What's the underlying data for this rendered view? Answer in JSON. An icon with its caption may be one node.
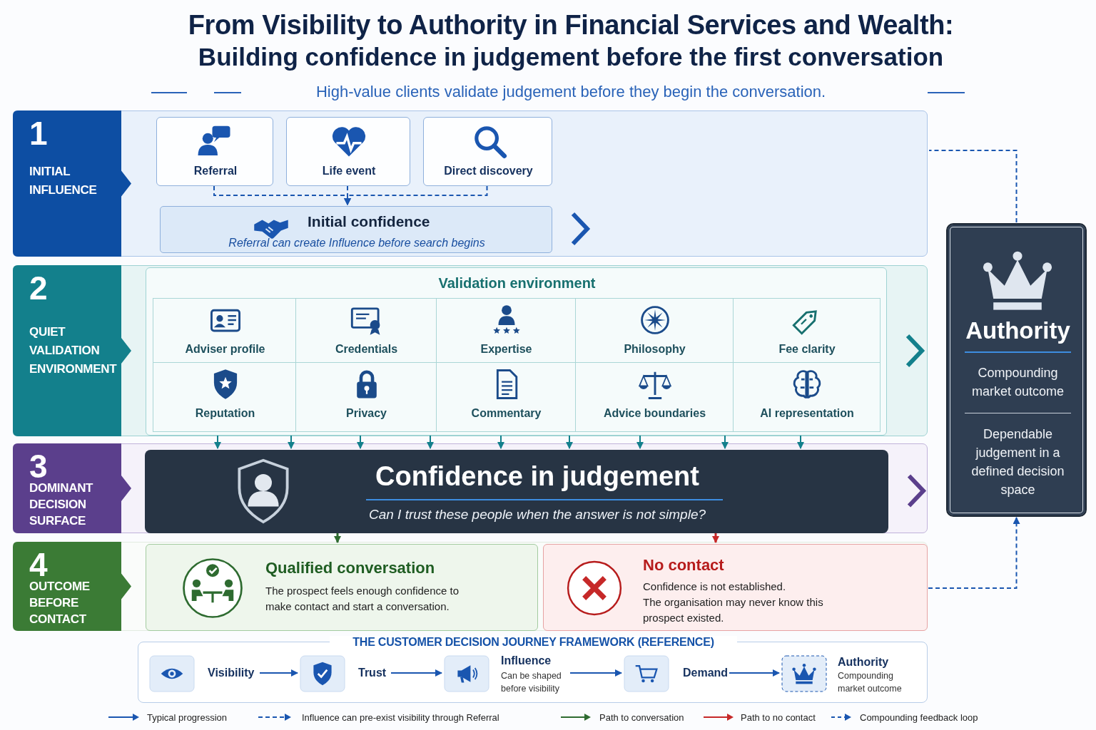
{
  "diagram": {
    "title": "From Visibility to Authority in Financial Services and Wealth:",
    "nodes": [
      {
        "text": [
          "1",
          "INITIAL INFLUENCE"
        ]
      },
      {
        "text": [
          "Referral"
        ],
        "in": 0
      },
      {
        "text": [
          "Life event"
        ],
        "in": 0
      },
      {
        "text": [
          "Direct discovery"
        ],
        "in": 0
      },
      {
        "text": [
          "Initial confidence",
          "Referral can create Influence before search begins"
        ],
        "in": 0
      },
      {
        "text": [
          "2",
          "QUIET VALIDATION ENVIRONMENT"
        ]
      },
      {
        "text": [
          "Validation environment"
        ],
        "in": 5
      },
      {
        "text": [
          "Adviser profile"
        ],
        "in": 6
      },
      {
        "text": [
          "Credentials"
        ],
        "in": 6
      },
      {
        "text": [
          "Expertise"
        ],
        "in": 6
      },
      {
        "text": [
          "Philosophy"
        ],
        "in": 6
      },
      {
        "text": [
          "Fee clarity"
        ],
        "in": 6
      },
      {
        "text": [
          "Reputation"
        ],
        "in": 6
      },
      {
        "text": [
          "Privacy"
        ],
        "in": 6
      },
      {
        "text": [
          "Commentary"
        ],
        "in": 6
      },
      {
        "text": [
          "Advice boundaries"
        ],
        "in": 6
      },
      {
        "text": [
          "AI representation"
        ],
        "in": 6
      },
      {
        "text": [
          "3",
          "DOMINANT DECISION SURFACE"
        ]
      },
      {
        "text": [
          "Confidence in judgement",
          "Can I trust these people when the answer is not simple?"
        ],
        "in": 17
      },
      {
        "text": [
          "4",
          "OUTCOME BEFORE CONTACT"
        ]
      },
      {
        "text": [
          "Qualified conversation",
          "The prospect feels enough confidence to make contact and start a conversation."
        ],
        "in": 19
      },
      {
        "text": [
          "No contact",
          "Confidence is not established.",
          "The organisation may never know this prospect existed."
        ],
        "in": 19
      },
      {
        "text": [
          "Authority",
          "Compounding market outcome",
          "Dependable judgement in a defined decision space"
        ]
      },
      {
        "text": [
          "THE CUSTOMER DECISION JOURNEY FRAMEWORK (REFERENCE)"
        ]
      },
      {
        "text": [
          "Visibility"
        ],
        "in": 23
      },
      {
        "text": [
          "Trust"
        ],
        "in": 23
      },
      {
        "text": [
          "Influence",
          "Can be shaped before visibility"
        ],
        "in": 23
      },
      {
        "text": [
          "Demand"
        ],
        "in": 23
      },
      {
        "text": [
          "Authority",
          "Compounding market outcome"
        ],
        "in": 23
      }
    ],
    "edges": [
      {
        "from": 1,
        "to": 4,
        "arrow": "to",
        "style": "dashed"
      },
      {
        "from": 2,
        "to": 4,
        "arrow": "to",
        "style": "dashed"
      },
      {
        "from": 3,
        "to": 4,
        "arrow": "to",
        "style": "dashed"
      },
      {
        "from": 6,
        "to": 18,
        "arrow": "to",
        "color": "#13808c"
      },
      {
        "from": 6,
        "to": 18,
        "arrow": "to",
        "color": "#13808c"
      },
      {
        "from": 6,
        "to": 18,
        "arrow": "to",
        "color": "#13808c"
      },
      {
        "from": 6,
        "to": 18,
        "arrow": "to",
        "color": "#13808c"
      },
      {
        "from": 6,
        "to": 18,
        "arrow": "to",
        "color": "#13808c"
      },
      {
        "from": 6,
        "to": 18,
        "arrow": "to",
        "color": "#13808c"
      },
      {
        "from": 6,
        "to": 18,
        "arrow": "to",
        "color": "#13808c"
      },
      {
        "from": 6,
        "to": 18,
        "arrow": "to",
        "color": "#13808c"
      },
      {
        "from": 6,
        "to": 18,
        "arrow": "to",
        "color": "#13808c"
      },
      {
        "from": 18,
        "to": 20,
        "arrow": "to",
        "color": "#2e6b30"
      },
      {
        "from": 18,
        "to": 21,
        "arrow": "to",
        "color": "#c62828"
      },
      {
        "from": 19,
        "to": 22,
        "arrow": "to",
        "style": "dashed"
      },
      {
        "from": 22,
        "to": 0,
        "arrow": "none",
        "style": "dashed"
      },
      {
        "from": 24,
        "to": 25,
        "arrow": "to"
      },
      {
        "from": 25,
        "to": 26,
        "arrow": "to"
      },
      {
        "from": 26,
        "to": 27,
        "arrow": "to"
      },
      {
        "from": 27,
        "to": 28,
        "arrow": "to"
      },
      {
        "from": 4,
        "to": null,
        "arrow": "to",
        "style": "thick"
      },
      {
        "from": 6,
        "to": 22,
        "arrow": "to",
        "style": "thick",
        "color": "#13808c"
      },
      {
        "from": 18,
        "to": 22,
        "arrow": "to",
        "style": "thick",
        "color": "#5b3f8c"
      }
    ],
    "labels": [
      "Building confidence in judgement before the first conversation",
      "High-value clients validate judgement before they begin the conversation."
    ],
    "legend": [
      {
        "text": "Typical progression"
      },
      {
        "text": "Influence can pre-exist visibility through Referral"
      },
      {
        "text": "Path to conversation"
      },
      {
        "text": "Path to no contact"
      },
      {
        "text": "Compounding feedback loop"
      }
    ]
  }
}
